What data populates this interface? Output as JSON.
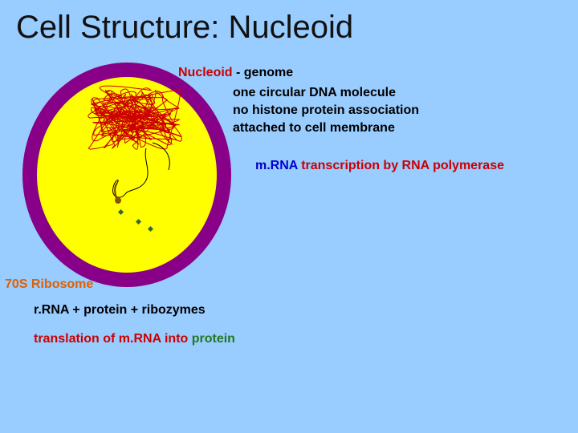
{
  "slide": {
    "title": "Cell Structure: Nucleoid"
  },
  "nucleoid": {
    "term": "Nucleoid",
    "rest": " - genome",
    "details": [
      "one circular DNA molecule",
      "no histone protein association",
      "attached to cell membrane"
    ]
  },
  "transcription": {
    "term": "m.RNA",
    "rest": " transcription by RNA polymerase"
  },
  "ribosome": {
    "term": "70S Ribosome",
    "composition": "r.RNA + protein + ribozymes",
    "translation_prefix": "translation of m.RNA into ",
    "translation_product": "protein"
  },
  "colors": {
    "background": "#99ccff",
    "cell_wall": "#880088",
    "cytoplasm": "#ffff00",
    "dna": "#cc0000",
    "mrna": "#000000",
    "ribosome": "#336633"
  }
}
